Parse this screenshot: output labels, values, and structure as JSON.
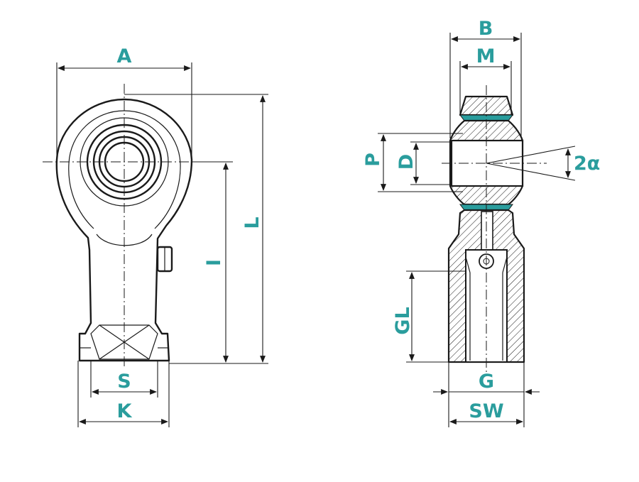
{
  "colors": {
    "label": "#2a9d9d",
    "line": "#1a1a1a",
    "seal": "#2a9d9d"
  },
  "labels": {
    "A": "A",
    "S": "S",
    "K": "K",
    "I": "I",
    "L": "L",
    "B": "B",
    "M": "M",
    "P": "P",
    "D": "D",
    "two_alpha": "2α",
    "GL": "GL",
    "G": "G",
    "SW": "SW"
  }
}
